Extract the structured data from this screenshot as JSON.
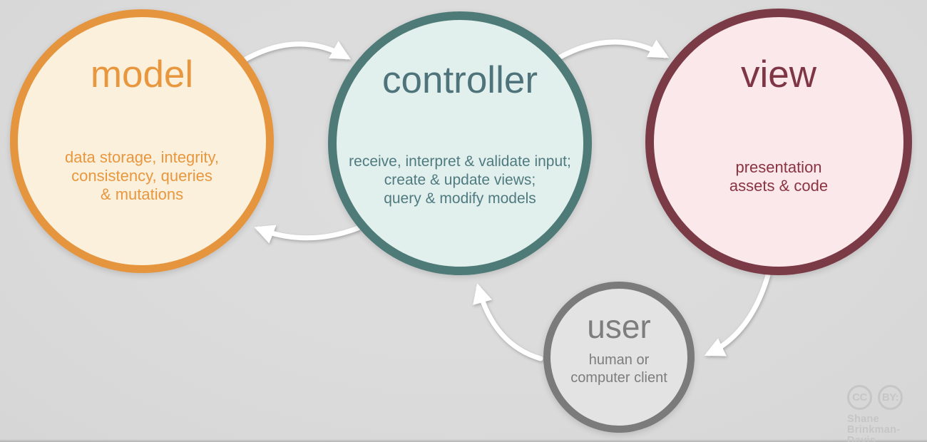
{
  "diagram": {
    "type": "architecture-cycle",
    "subject": "model-view-controller",
    "background_color": "#dbdbdb",
    "arrow_color": "#ffffff"
  },
  "nodes": {
    "model": {
      "title": "model",
      "desc_lines": [
        "data storage, integrity,",
        "consistency, queries",
        "& mutations"
      ],
      "border_color": "#e6953f",
      "fill_color": "#fbf0db",
      "text_color": "#e8973f"
    },
    "controller": {
      "title": "controller",
      "desc_lines": [
        "receive, interpret & validate input;",
        "create & update views;",
        "query & modify models"
      ],
      "border_color": "#4e7a78",
      "fill_color": "#e2f0ed",
      "text_color": "#4f7a80"
    },
    "view": {
      "title": "view",
      "desc_lines": [
        "presentation",
        "assets & code"
      ],
      "border_color": "#7a3a46",
      "fill_color": "#fae8eb",
      "text_color": "#8a3341"
    },
    "user": {
      "title": "user",
      "desc_lines": [
        "human or",
        "computer client"
      ],
      "border_color": "#7b7b7b",
      "fill_color": "#e3e3e3",
      "text_color": "#7d7d7d"
    }
  },
  "arrows": [
    {
      "from": "model",
      "to": "controller"
    },
    {
      "from": "controller",
      "to": "view"
    },
    {
      "from": "controller",
      "to": "model"
    },
    {
      "from": "view",
      "to": "user"
    },
    {
      "from": "user",
      "to": "controller"
    }
  ],
  "attribution": {
    "cc_label": "CC",
    "by_label": "BY:",
    "name_lines": [
      "Shane",
      "Brinkman-Davis"
    ],
    "color": "#c6c6c6"
  }
}
